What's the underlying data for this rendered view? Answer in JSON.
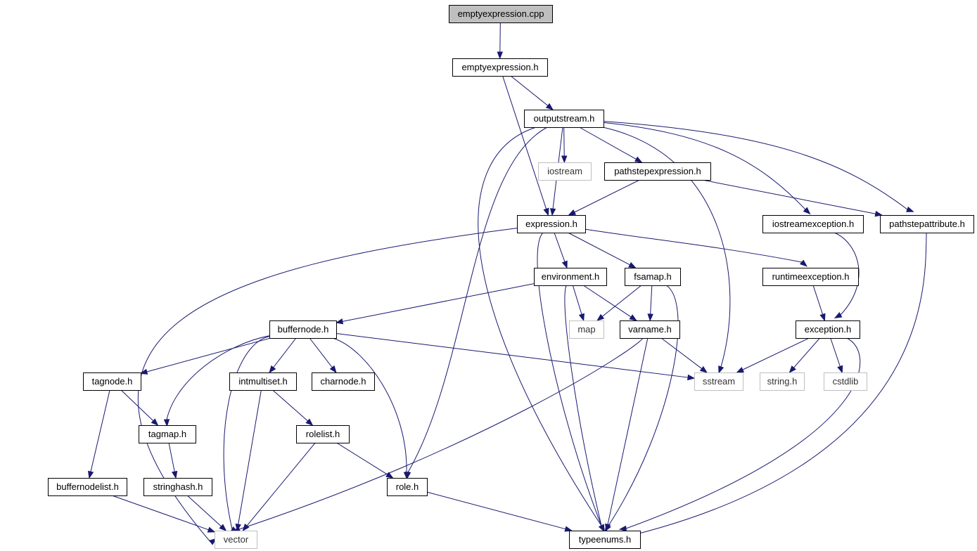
{
  "colors": {
    "edge": "#191970",
    "root_fill": "#bfbfbf",
    "node_border": "#000000",
    "external_border": "#bfbfbf",
    "external_text": "#333333",
    "text": "#000000"
  },
  "nodes": [
    {
      "id": "emptyexpression_cpp",
      "label": "emptyexpression.cpp",
      "kind": "root"
    },
    {
      "id": "emptyexpression_h",
      "label": "emptyexpression.h",
      "kind": "file"
    },
    {
      "id": "outputstream_h",
      "label": "outputstream.h",
      "kind": "file"
    },
    {
      "id": "iostream",
      "label": "iostream",
      "kind": "external"
    },
    {
      "id": "pathstepexpression_h",
      "label": "pathstepexpression.h",
      "kind": "file"
    },
    {
      "id": "expression_h",
      "label": "expression.h",
      "kind": "file"
    },
    {
      "id": "iostreamexception_h",
      "label": "iostreamexception.h",
      "kind": "file"
    },
    {
      "id": "pathstepattribute_h",
      "label": "pathstepattribute.h",
      "kind": "file"
    },
    {
      "id": "environment_h",
      "label": "environment.h",
      "kind": "file"
    },
    {
      "id": "fsamap_h",
      "label": "fsamap.h",
      "kind": "file"
    },
    {
      "id": "runtimeexception_h",
      "label": "runtimeexception.h",
      "kind": "file"
    },
    {
      "id": "buffernode_h",
      "label": "buffernode.h",
      "kind": "file"
    },
    {
      "id": "map",
      "label": "map",
      "kind": "external"
    },
    {
      "id": "varname_h",
      "label": "varname.h",
      "kind": "file"
    },
    {
      "id": "exception_h",
      "label": "exception.h",
      "kind": "file"
    },
    {
      "id": "tagnode_h",
      "label": "tagnode.h",
      "kind": "file"
    },
    {
      "id": "intmultiset_h",
      "label": "intmultiset.h",
      "kind": "file"
    },
    {
      "id": "charnode_h",
      "label": "charnode.h",
      "kind": "file"
    },
    {
      "id": "sstream",
      "label": "sstream",
      "kind": "external"
    },
    {
      "id": "string_h",
      "label": "string.h",
      "kind": "external"
    },
    {
      "id": "cstdlib",
      "label": "cstdlib",
      "kind": "external"
    },
    {
      "id": "tagmap_h",
      "label": "tagmap.h",
      "kind": "file"
    },
    {
      "id": "rolelist_h",
      "label": "rolelist.h",
      "kind": "file"
    },
    {
      "id": "buffernodelist_h",
      "label": "buffernodelist.h",
      "kind": "file"
    },
    {
      "id": "stringhash_h",
      "label": "stringhash.h",
      "kind": "file"
    },
    {
      "id": "role_h",
      "label": "role.h",
      "kind": "file"
    },
    {
      "id": "vector",
      "label": "vector",
      "kind": "external"
    },
    {
      "id": "typeenums_h",
      "label": "typeenums.h",
      "kind": "file"
    }
  ],
  "edges": [
    {
      "from": "emptyexpression_cpp",
      "to": "emptyexpression_h"
    },
    {
      "from": "emptyexpression_h",
      "to": "outputstream_h"
    },
    {
      "from": "emptyexpression_h",
      "to": "expression_h"
    },
    {
      "from": "outputstream_h",
      "to": "iostream"
    },
    {
      "from": "outputstream_h",
      "to": "pathstepexpression_h"
    },
    {
      "from": "outputstream_h",
      "to": "expression_h"
    },
    {
      "from": "outputstream_h",
      "to": "iostreamexception_h"
    },
    {
      "from": "outputstream_h",
      "to": "pathstepattribute_h"
    },
    {
      "from": "outputstream_h",
      "to": "sstream"
    },
    {
      "from": "outputstream_h",
      "to": "role_h"
    },
    {
      "from": "outputstream_h",
      "to": "typeenums_h"
    },
    {
      "from": "pathstepexpression_h",
      "to": "expression_h"
    },
    {
      "from": "pathstepexpression_h",
      "to": "pathstepattribute_h"
    },
    {
      "from": "expression_h",
      "to": "environment_h"
    },
    {
      "from": "expression_h",
      "to": "fsamap_h"
    },
    {
      "from": "expression_h",
      "to": "runtimeexception_h"
    },
    {
      "from": "expression_h",
      "to": "vector"
    },
    {
      "from": "expression_h",
      "to": "typeenums_h"
    },
    {
      "from": "iostreamexception_h",
      "to": "exception_h"
    },
    {
      "from": "pathstepattribute_h",
      "to": "typeenums_h"
    },
    {
      "from": "environment_h",
      "to": "buffernode_h"
    },
    {
      "from": "environment_h",
      "to": "map"
    },
    {
      "from": "environment_h",
      "to": "varname_h"
    },
    {
      "from": "environment_h",
      "to": "typeenums_h"
    },
    {
      "from": "fsamap_h",
      "to": "map"
    },
    {
      "from": "fsamap_h",
      "to": "varname_h"
    },
    {
      "from": "fsamap_h",
      "to": "typeenums_h"
    },
    {
      "from": "runtimeexception_h",
      "to": "exception_h"
    },
    {
      "from": "buffernode_h",
      "to": "tagnode_h"
    },
    {
      "from": "buffernode_h",
      "to": "tagmap_h"
    },
    {
      "from": "buffernode_h",
      "to": "intmultiset_h"
    },
    {
      "from": "buffernode_h",
      "to": "charnode_h"
    },
    {
      "from": "buffernode_h",
      "to": "sstream"
    },
    {
      "from": "buffernode_h",
      "to": "role_h"
    },
    {
      "from": "buffernode_h",
      "to": "vector"
    },
    {
      "from": "varname_h",
      "to": "sstream"
    },
    {
      "from": "varname_h",
      "to": "vector"
    },
    {
      "from": "varname_h",
      "to": "typeenums_h"
    },
    {
      "from": "exception_h",
      "to": "sstream"
    },
    {
      "from": "exception_h",
      "to": "string_h"
    },
    {
      "from": "exception_h",
      "to": "cstdlib"
    },
    {
      "from": "exception_h",
      "to": "typeenums_h"
    },
    {
      "from": "tagnode_h",
      "to": "tagmap_h"
    },
    {
      "from": "tagnode_h",
      "to": "buffernodelist_h"
    },
    {
      "from": "intmultiset_h",
      "to": "rolelist_h"
    },
    {
      "from": "intmultiset_h",
      "to": "vector"
    },
    {
      "from": "tagmap_h",
      "to": "stringhash_h"
    },
    {
      "from": "rolelist_h",
      "to": "role_h"
    },
    {
      "from": "rolelist_h",
      "to": "vector"
    },
    {
      "from": "buffernodelist_h",
      "to": "vector"
    },
    {
      "from": "stringhash_h",
      "to": "vector"
    },
    {
      "from": "role_h",
      "to": "typeenums_h"
    }
  ]
}
